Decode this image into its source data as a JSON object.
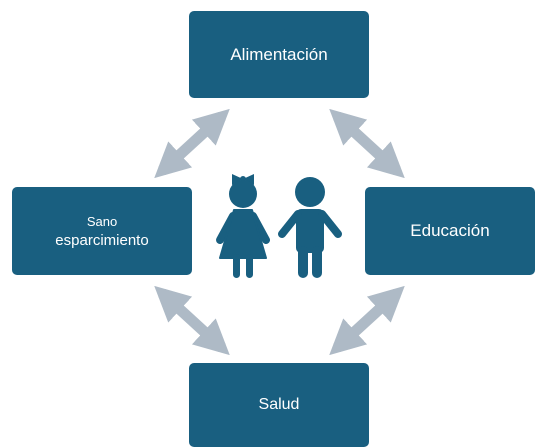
{
  "diagram": {
    "nodes": {
      "top": "Alimentación",
      "right": "Educación",
      "bottom": "Salud",
      "left_line1": "Sano",
      "left_line2": "esparcimiento"
    },
    "icons": [
      "girl-icon",
      "boy-icon",
      "double-arrow-icon"
    ],
    "colors": {
      "node_fill": "#195f80",
      "node_text": "#ffffff",
      "arrow": "#aebac6",
      "icon": "#195f80"
    }
  }
}
